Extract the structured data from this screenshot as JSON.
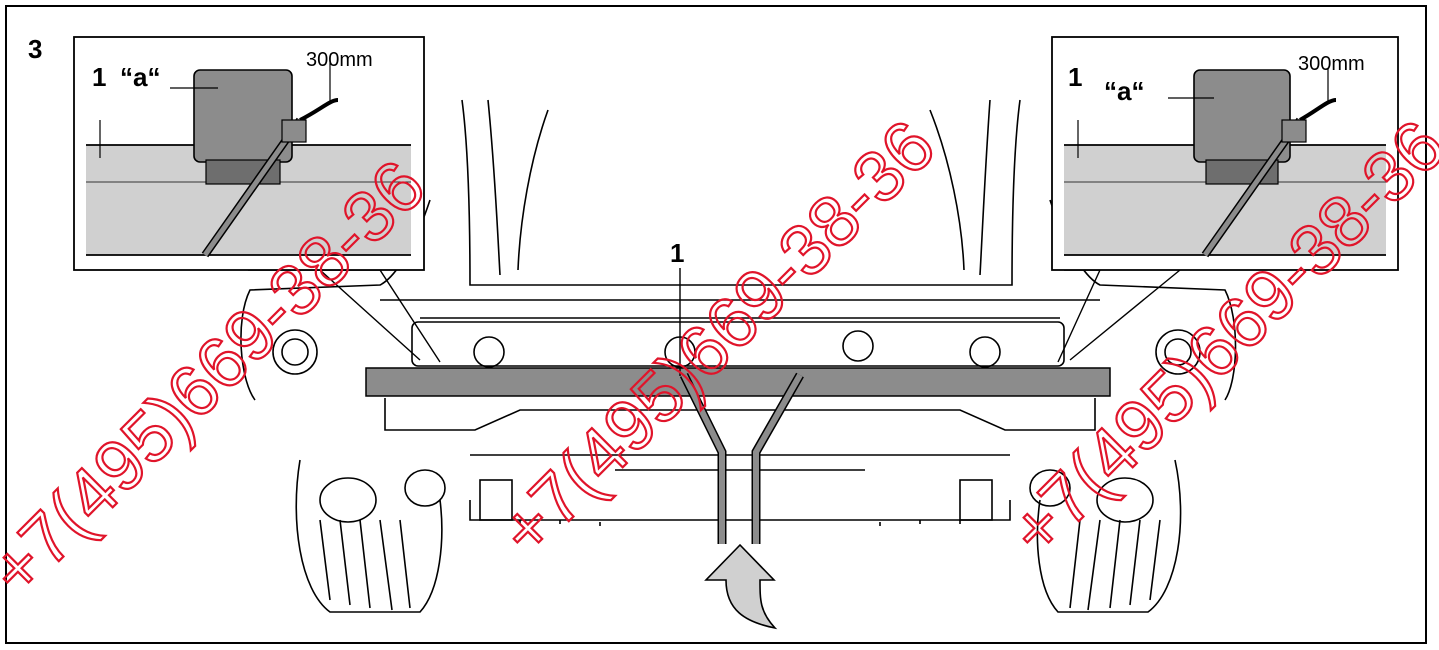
{
  "step": "3",
  "main": {
    "callout": "1"
  },
  "inset_left": {
    "part_label": "1",
    "ref_label": "“a“",
    "dimension": "300mm"
  },
  "inset_right": {
    "part_label": "1",
    "ref_label": "“a“",
    "dimension": "300mm"
  },
  "watermark": "+7(495)669-38-36",
  "colors": {
    "frame": "#000000",
    "part": "#8c8c8c",
    "floor": "#d0d0d0",
    "watermark": "#e0142a"
  }
}
